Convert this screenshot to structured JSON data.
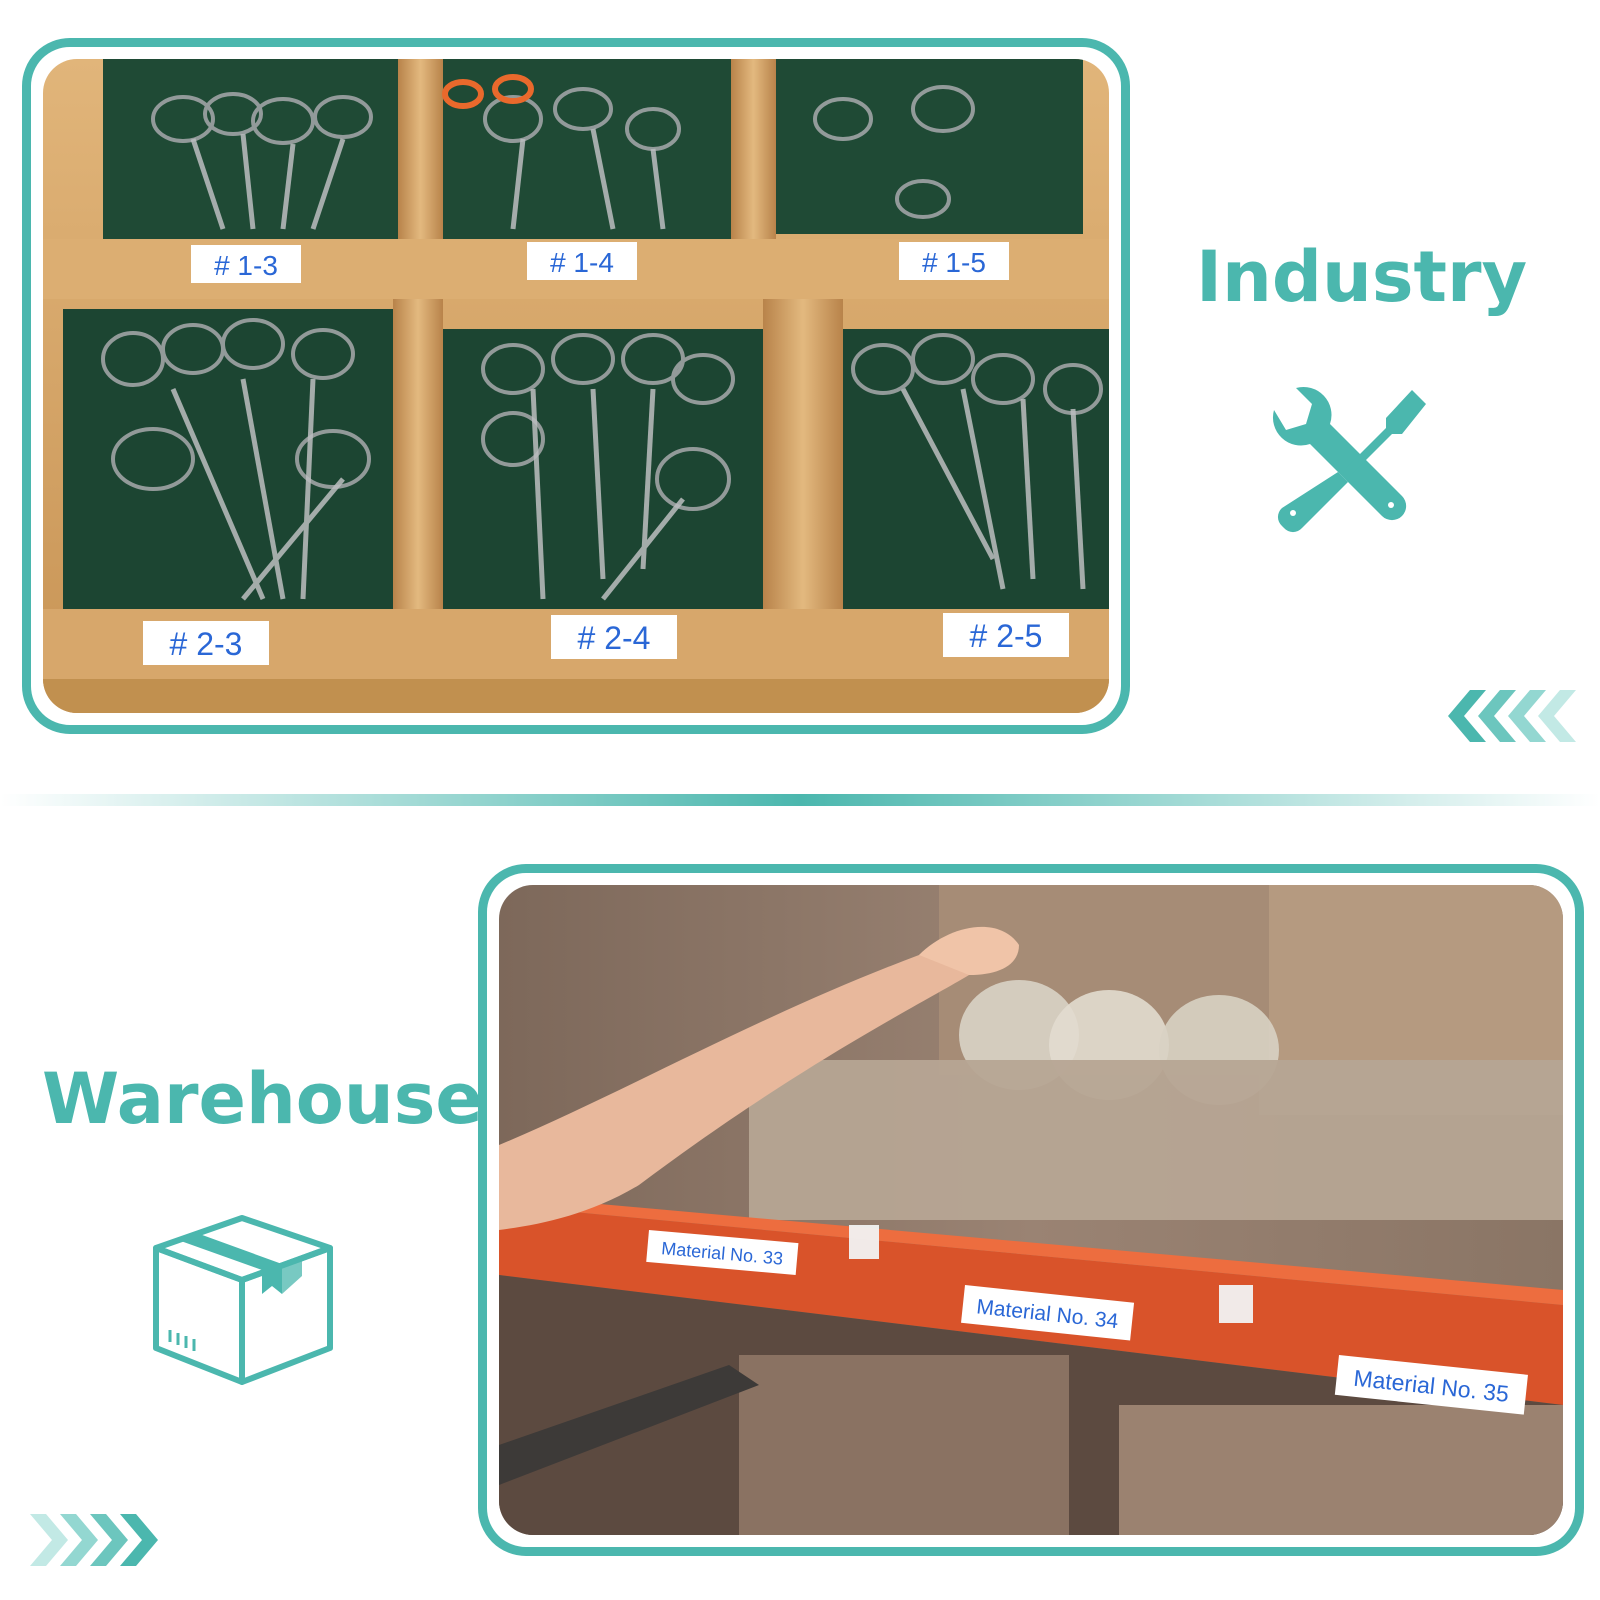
{
  "industry": {
    "heading": "Industry",
    "icon": "wrench-screwdriver-icon",
    "labels": [
      "# 1-3",
      "# 1-4",
      "# 1-5",
      "# 2-3",
      "# 2-4",
      "# 2-5"
    ]
  },
  "warehouse": {
    "heading": "Warehouse",
    "icon": "package-box-icon",
    "labels": [
      "Material No. 33",
      "Material No. 34",
      "Material No. 35"
    ]
  },
  "colors": {
    "accent": "#4bb7ae",
    "label_text": "#2a67d6",
    "shelf_orange": "#d9532a"
  }
}
